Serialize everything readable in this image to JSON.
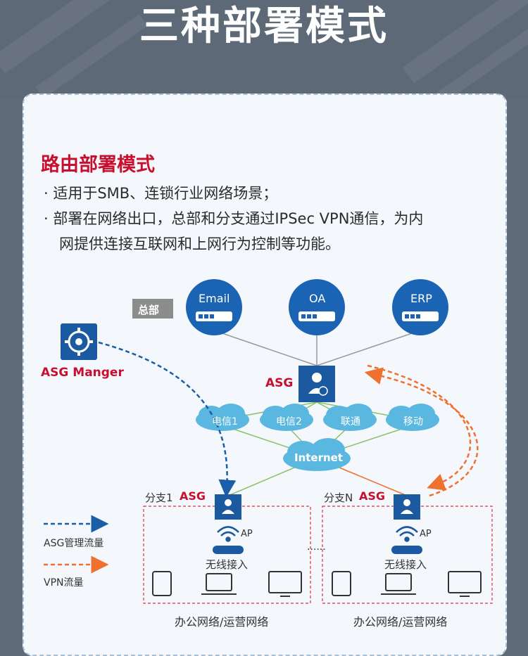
{
  "page": {
    "title": "三种部署模式",
    "section_title": "路由部署模式",
    "bullet1": "· 适用于SMB、连锁行业网络场景；",
    "bullet2_line1": "· 部署在网络出口，总部和分支通过IPSec VPN通信，为内",
    "bullet2_line2": "网提供连接互联网和上网行为控制等功能。"
  },
  "diagram": {
    "hq_label": "总部",
    "servers": [
      "Email",
      "OA",
      "ERP"
    ],
    "asg_label": "ASG",
    "manager_label": "ASG Manger",
    "isps": [
      "电信1",
      "电信2",
      "联通",
      "移动"
    ],
    "internet_label": "Internet",
    "branch1_label": "分支1",
    "branchN_label": "分支N",
    "ap_label": "AP",
    "wireless_label": "无线接入",
    "ellipsis": "......",
    "office_label": "办公网络/运营网络",
    "legend_mgmt": "ASG管理流量",
    "legend_vpn": "VPN流量",
    "colors": {
      "red": "#c8102e",
      "blue": "#1a5ea8",
      "orange": "#f07030",
      "cloud": "#5ab8e0"
    }
  }
}
